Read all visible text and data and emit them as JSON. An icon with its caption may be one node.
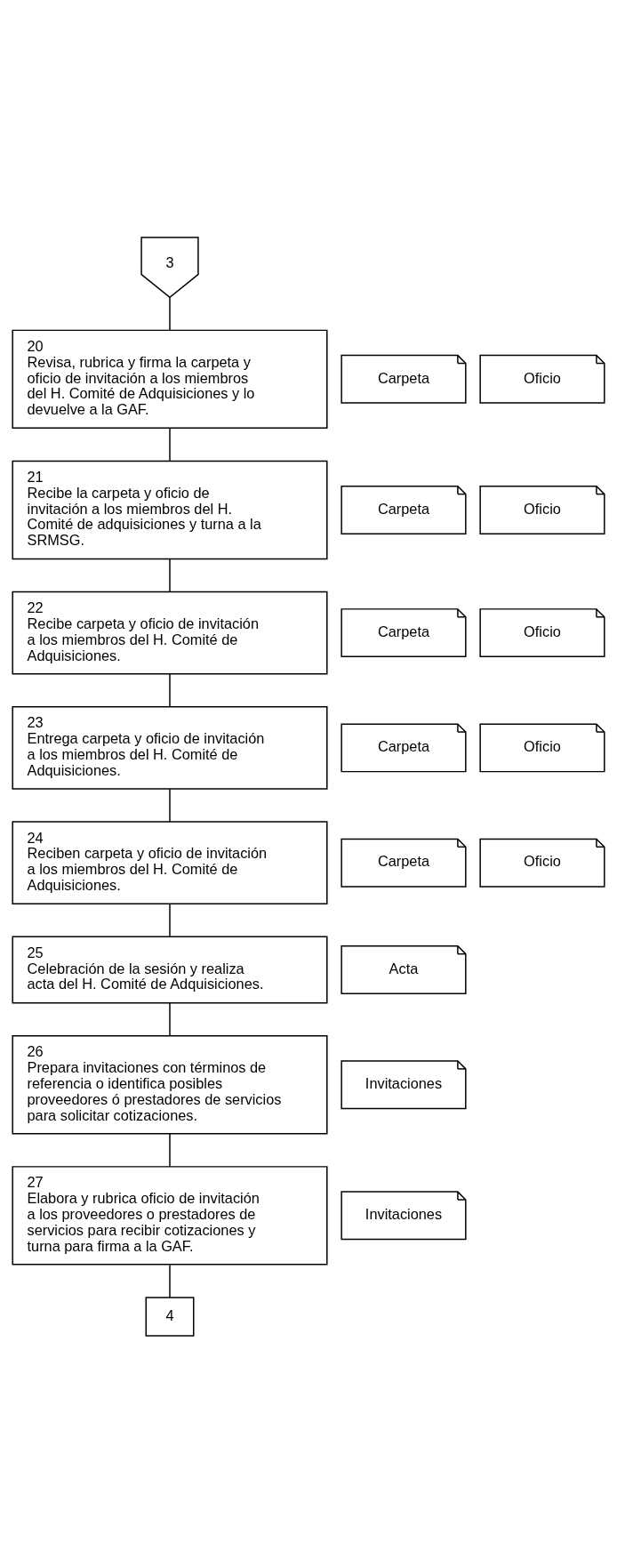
{
  "diagram": {
    "nodes": [
      {
        "text": [
          "3"
        ]
      },
      {
        "text": [
          "20",
          "Revisa, rubrica y firma la carpeta y oficio de invitación a los miembros del H. Comité de Adquisiciones y lo devuelve a la GAF."
        ]
      },
      {
        "text": [
          "Carpeta"
        ]
      },
      {
        "text": [
          "Oficio"
        ]
      },
      {
        "text": [
          "21",
          "Recibe la carpeta y oficio de invitación a los miembros del H. Comité de adquisiciones y turna a la SRMSG."
        ]
      },
      {
        "text": [
          "Carpeta"
        ]
      },
      {
        "text": [
          "Oficio"
        ]
      },
      {
        "text": [
          "22",
          "Recibe carpeta y oficio de invitación a los miembros del H. Comité de Adquisiciones."
        ]
      },
      {
        "text": [
          "Carpeta"
        ]
      },
      {
        "text": [
          "Oficio"
        ]
      },
      {
        "text": [
          "23",
          "Entrega carpeta y oficio de invitación a los miembros del H. Comité de Adquisiciones."
        ]
      },
      {
        "text": [
          "Carpeta"
        ]
      },
      {
        "text": [
          "Oficio"
        ]
      },
      {
        "text": [
          "24",
          "Reciben carpeta y oficio de invitación a los miembros del H. Comité de Adquisiciones."
        ]
      },
      {
        "text": [
          "Carpeta"
        ]
      },
      {
        "text": [
          "Oficio"
        ]
      },
      {
        "text": [
          "25",
          "Celebración de la sesión y realiza acta del H. Comité de Adquisiciones."
        ]
      },
      {
        "text": [
          "Acta"
        ]
      },
      {
        "text": [
          "26",
          "Prepara invitaciones con términos de referencia o identifica posibles proveedores ó prestadores de servicios para solicitar cotizaciones."
        ]
      },
      {
        "text": [
          "Invitaciones"
        ]
      },
      {
        "text": [
          "27",
          "Elabora y rubrica oficio de invitación a los proveedores o prestadores de servicios para recibir cotizaciones y turna para firma a la GAF."
        ]
      },
      {
        "text": [
          "Invitaciones"
        ]
      },
      {
        "text": [
          "4"
        ]
      }
    ],
    "edges": [
      {
        "from": 0,
        "to": 1,
        "arrow": "none"
      },
      {
        "from": 1,
        "to": 4,
        "arrow": "none"
      },
      {
        "from": 4,
        "to": 7,
        "arrow": "none"
      },
      {
        "from": 7,
        "to": 10,
        "arrow": "none"
      },
      {
        "from": 10,
        "to": 13,
        "arrow": "none"
      },
      {
        "from": 13,
        "to": 16,
        "arrow": "none"
      },
      {
        "from": 16,
        "to": 18,
        "arrow": "none"
      },
      {
        "from": 18,
        "to": 20,
        "arrow": "none"
      },
      {
        "from": 20,
        "to": 22,
        "arrow": "none"
      }
    ]
  }
}
